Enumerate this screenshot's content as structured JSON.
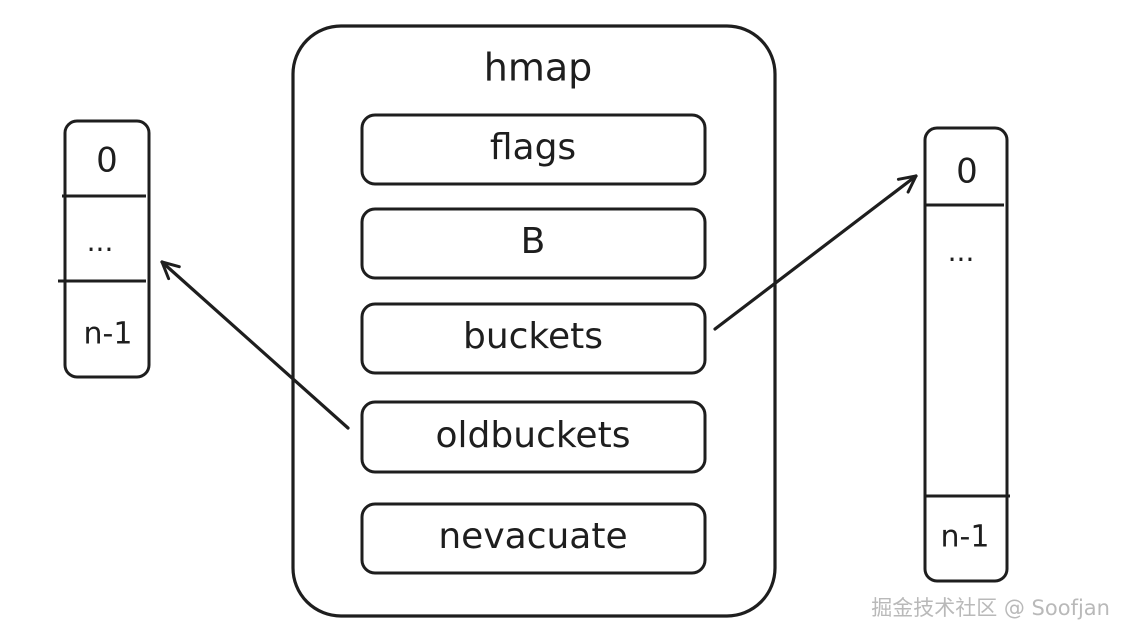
{
  "hmap": {
    "title": "hmap",
    "fields": [
      "flags",
      "B",
      "buckets",
      "oldbuckets",
      "nevacuate"
    ]
  },
  "old_buckets_array": {
    "first": "0",
    "middle": "...",
    "last": "n-1"
  },
  "new_buckets_array": {
    "first": "0",
    "middle": "...",
    "last": "n-1"
  },
  "watermark": "掘金技术社区 @ Soofjan",
  "colors": {
    "stroke": "#1e1e1e",
    "background": "#ffffff",
    "watermark": "#b9b9b9"
  }
}
